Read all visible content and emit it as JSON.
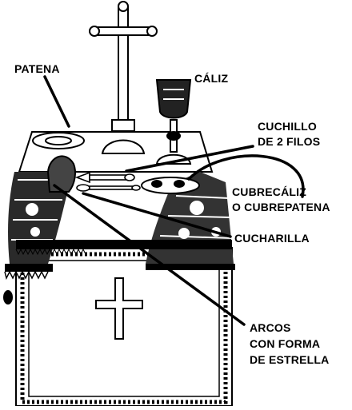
{
  "labels": {
    "patena": "PATENA",
    "caliz": "CÁLIZ",
    "cuchillo_line1": "CUCHILLO",
    "cuchillo_line2": "DE 2 FILOS",
    "cubrecaliz_line1": "CUBRECÁLIZ",
    "cubrecaliz_line2": "O CUBREPATENA",
    "cucharilla": "CUCHARILLA",
    "arcos_line1": "ARCOS",
    "arcos_line2": "CON FORMA",
    "arcos_line3": "DE ESTRELLA"
  },
  "colors": {
    "ink": "#000000",
    "paper": "#ffffff",
    "shade": "#3a3a3a"
  }
}
